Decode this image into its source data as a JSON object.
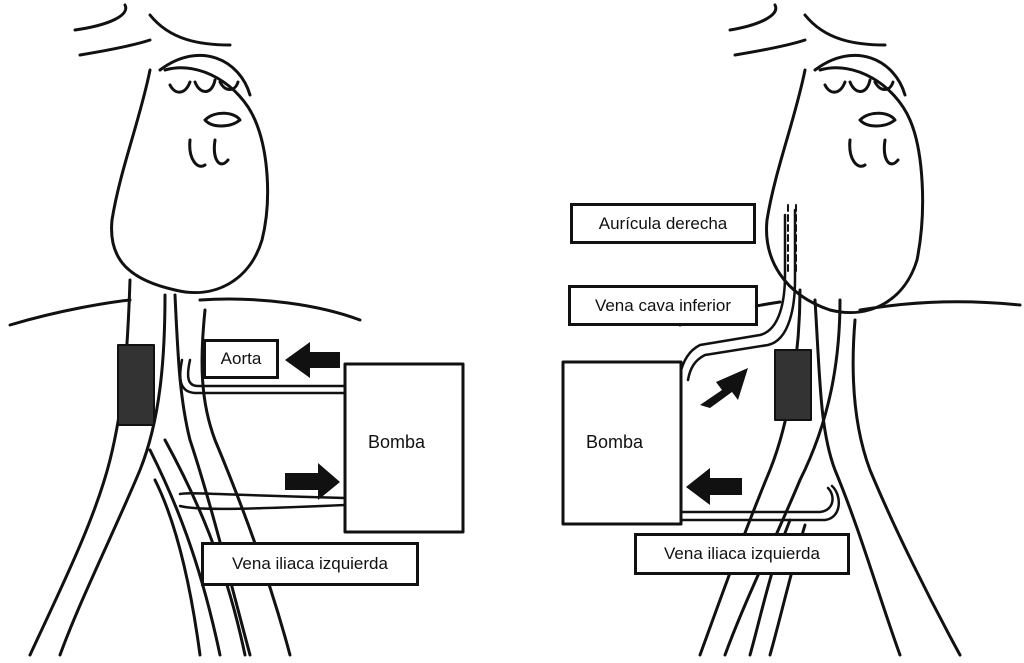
{
  "left_panel": {
    "labels": {
      "aorta": "Aorta",
      "pump": "Bomba",
      "iliac_vein": "Vena iliaca izquierda"
    },
    "arrows": [
      {
        "direction": "left",
        "meaning": "outflow-to-aorta"
      },
      {
        "direction": "right",
        "meaning": "inflow-from-iliac-vein"
      }
    ]
  },
  "right_panel": {
    "labels": {
      "right_atrium": "Aurícula derecha",
      "ivc": "Vena cava inferior",
      "pump": "Bomba",
      "iliac_vein": "Vena iliaca izquierda"
    },
    "arrows": [
      {
        "direction": "up-right",
        "meaning": "outflow-to-right-atrium"
      },
      {
        "direction": "left",
        "meaning": "inflow-from-iliac-vein"
      }
    ]
  },
  "colors": {
    "ink": "#111111",
    "paper": "#ffffff"
  }
}
